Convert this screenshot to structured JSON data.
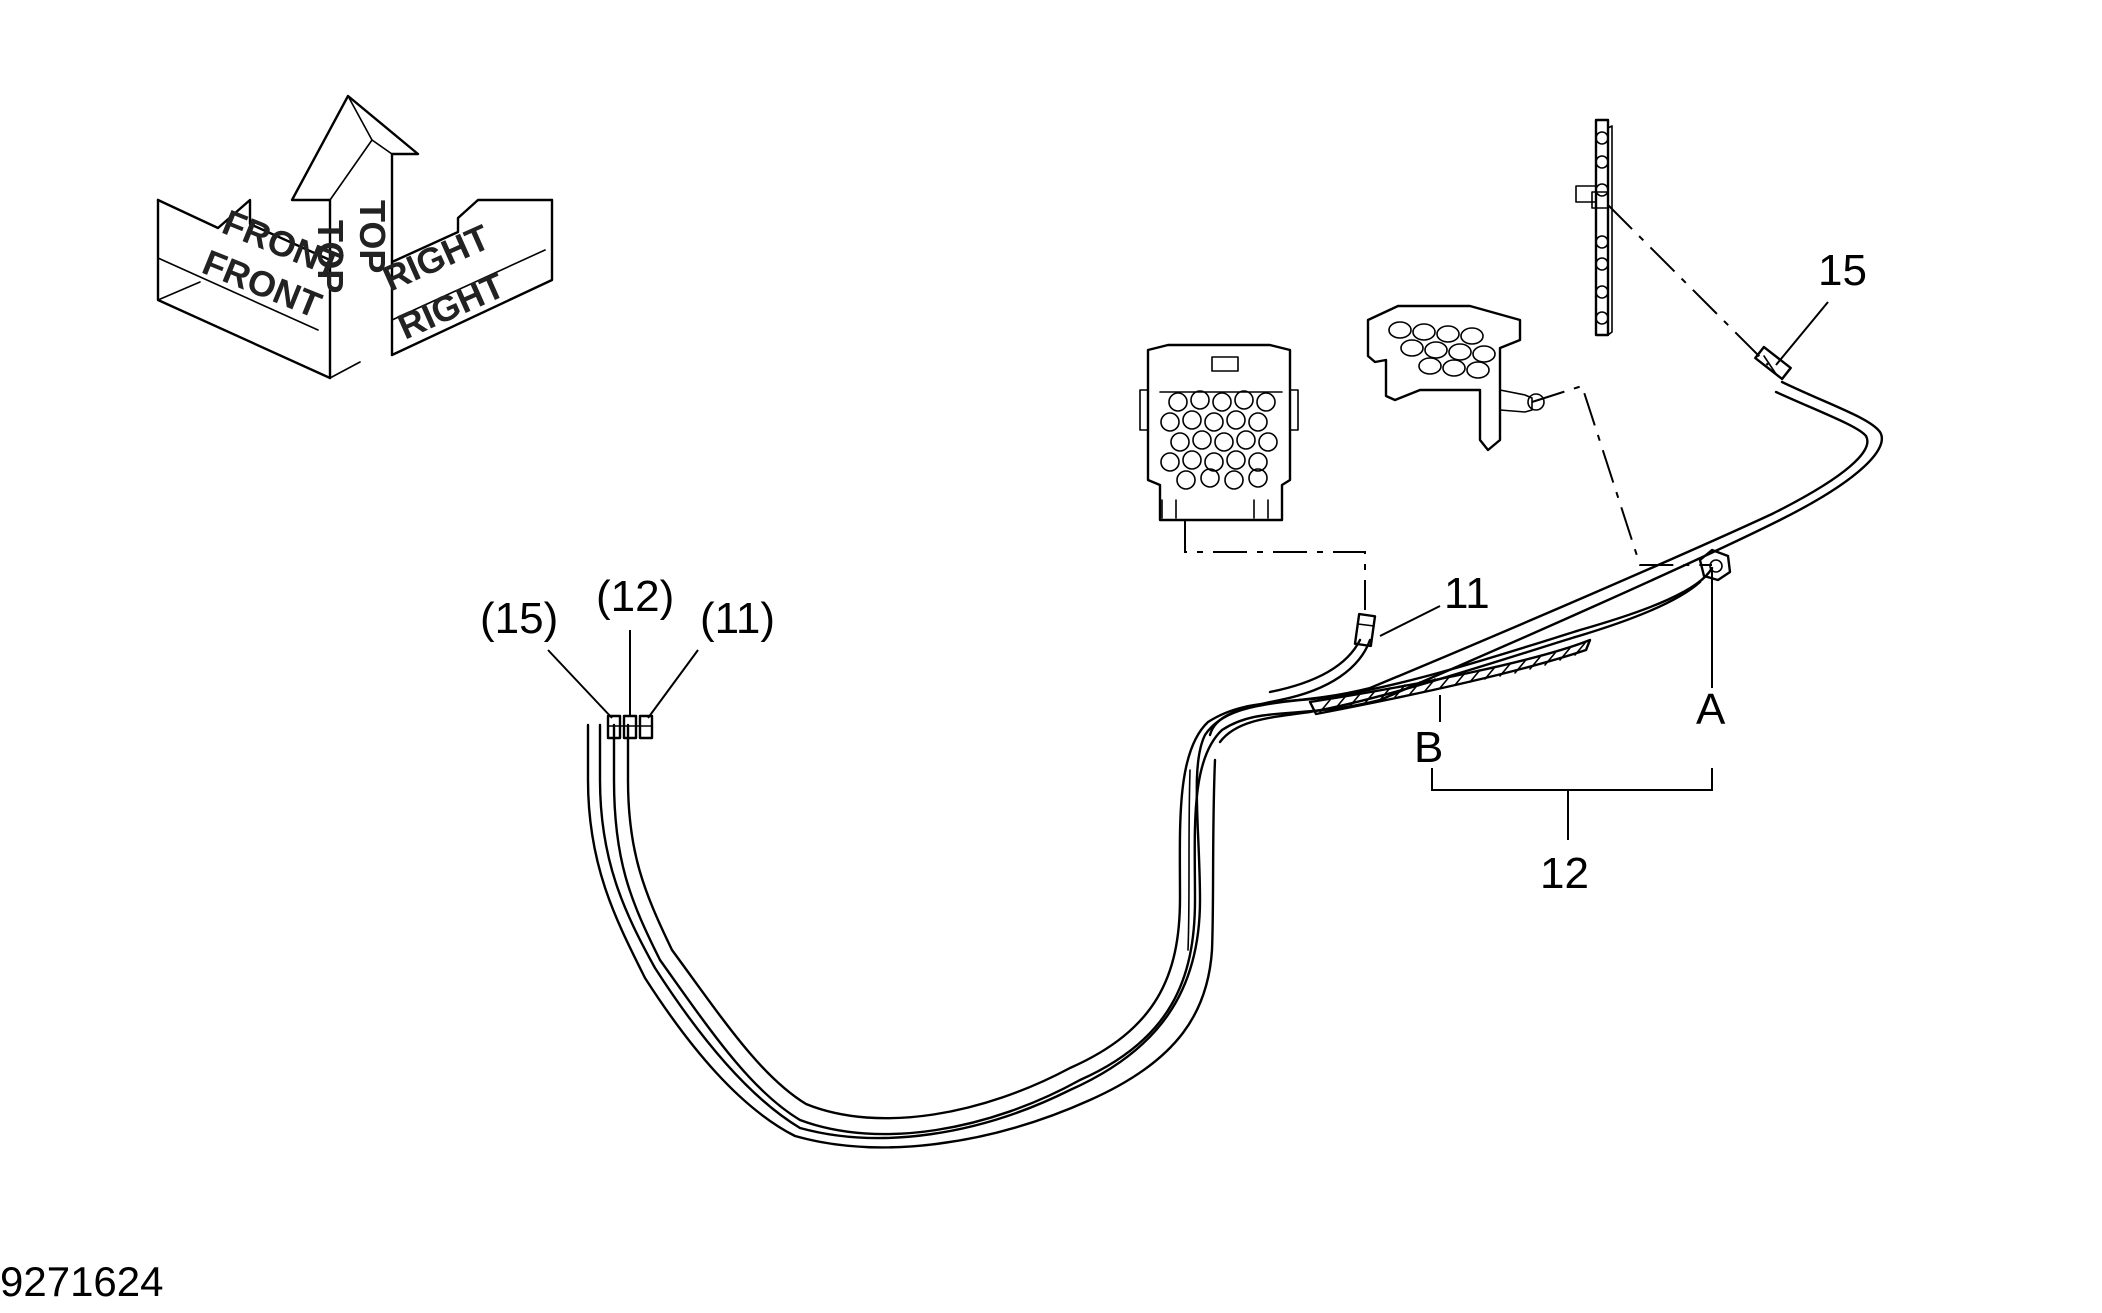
{
  "orientation_symbol": {
    "top": "TOP",
    "front": "FRONT",
    "right": "RIGHT"
  },
  "callouts": {
    "item_11": "11",
    "item_12": "12",
    "item_15": "15",
    "ref_15": "(15)",
    "ref_12": "(12)",
    "ref_11": "(11)",
    "point_a": "A",
    "point_b": "B"
  },
  "figure_number": "9271624"
}
